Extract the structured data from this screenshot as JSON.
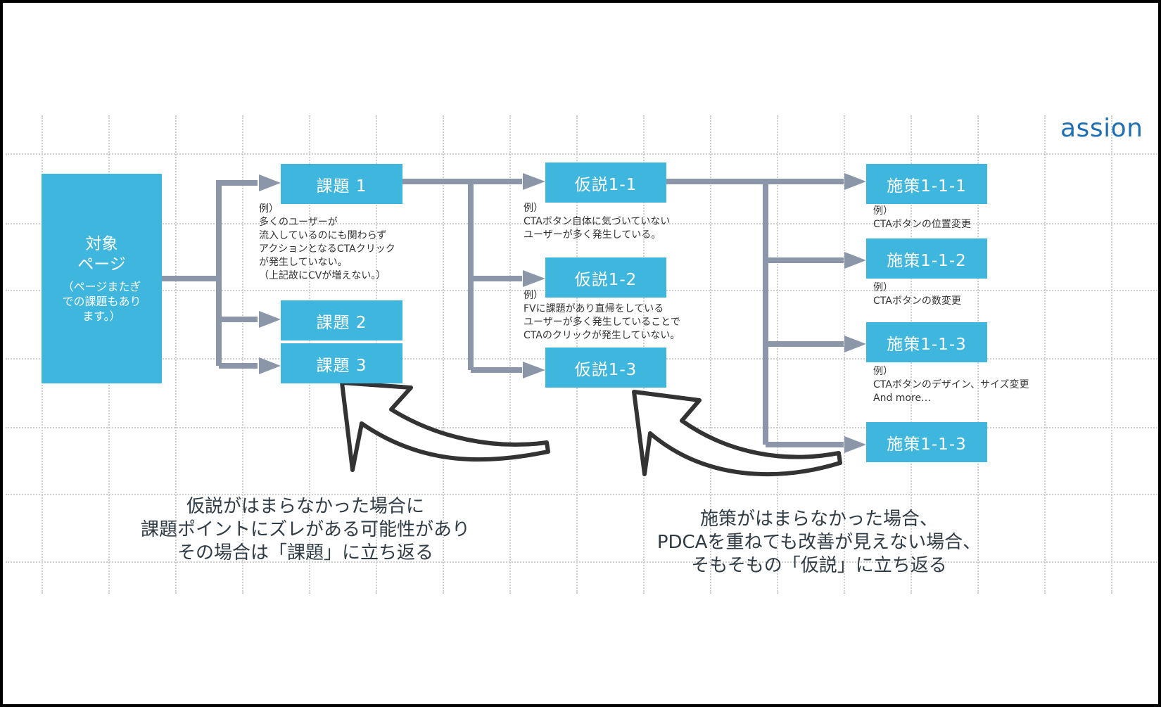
{
  "logo": {
    "text": "assion",
    "color": "#1e6fb3"
  },
  "colors": {
    "box": "#3fb6dd",
    "connector": "#8b97a8",
    "curved_arrow": "#333333"
  },
  "target": {
    "title_lines": [
      "対象",
      "ページ"
    ],
    "note_lines": [
      "（ページまたぎ",
      "での課題もあり",
      "ます。）"
    ]
  },
  "issues": [
    {
      "label": "課題 1"
    },
    {
      "label": "課題 2"
    },
    {
      "label": "課題 3"
    }
  ],
  "issue_note": {
    "lines": [
      "例）",
      "多くのユーザーが",
      "流入しているのにも関わらず",
      "アクションとなるCTAクリック",
      "が発生していない。",
      "（上記故にCVが増えない。）"
    ]
  },
  "hypotheses": [
    {
      "label": "仮説1-1",
      "note_lines": [
        "例）",
        "CTAボタン自体に気づいていない",
        "ユーザーが多く発生している。"
      ]
    },
    {
      "label": "仮説1-2",
      "note_lines": [
        "例）",
        "FVに課題があり直帰をしている",
        "ユーザーが多く発生していることで",
        "CTAのクリックが発生していない。"
      ]
    },
    {
      "label": "仮説1-3",
      "note_lines": []
    }
  ],
  "measures": [
    {
      "label": "施策1-1-1",
      "note_lines": [
        "例）",
        "CTAボタンの位置変更"
      ]
    },
    {
      "label": "施策1-1-2",
      "note_lines": [
        "例）",
        "CTAボタンの数変更"
      ]
    },
    {
      "label": "施策1-1-3",
      "note_lines": [
        "例）",
        "CTAボタンのデザイン、サイズ変更",
        "And more…"
      ]
    },
    {
      "label": "施策1-1-3",
      "note_lines": []
    }
  ],
  "captions": {
    "left": [
      "仮説がはまらなかった場合に",
      "課題ポイントにズレがある可能性があり",
      "その場合は「課題」に立ち返る"
    ],
    "right": [
      "施策がはまらなかった場合、",
      "PDCAを重ねても改善が見えない場合、",
      "そもそもの「仮説」に立ち返る"
    ]
  }
}
